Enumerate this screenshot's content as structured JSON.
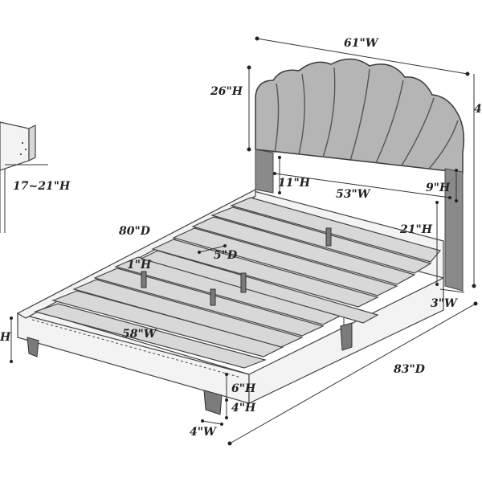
{
  "labels": {
    "width_top": "61\"W",
    "headboard_height": "26\"H",
    "total_height_partial": "4",
    "inner_left_h": "11\"H",
    "inner_right_h": "9\"H",
    "inner_width": "53\"W",
    "side_rail_h": "21\"H",
    "length_d": "80\"D",
    "slat_gap": "5\"D",
    "one_h": "1\"H",
    "frame_width": "58\"W",
    "total_depth": "83\"D",
    "post_w": "3\"W",
    "rail_h": "6\"H",
    "leg_h": "4\"H",
    "leg_w": "4\"W",
    "inset_h": "17~21\"H",
    "inset_left_partial": "H"
  },
  "colors": {
    "headboard": "#b5b5b5",
    "frame": "#f3f3f3",
    "slats": "#d8d8d8",
    "legs": "#7a7a7a",
    "ink": "#222222"
  }
}
